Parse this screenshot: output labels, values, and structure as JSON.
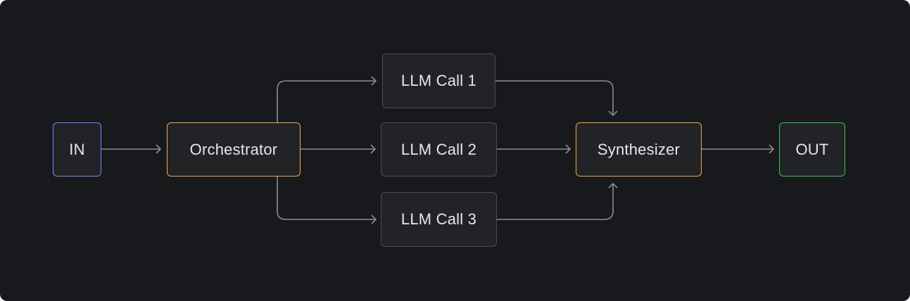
{
  "diagram": {
    "colors": {
      "background": "#18191c",
      "node_fill": "#222327",
      "node_border": "#4a4d55",
      "input_border": "#7b83f2",
      "accent_border": "#f2ac3c",
      "output_border": "#36c257",
      "edge": "#8a8d94",
      "text": "#e6e7e9"
    },
    "nodes": {
      "in": "IN",
      "orchestrator": "Orchestrator",
      "llm_call_1": "LLM Call 1",
      "llm_call_2": "LLM Call 2",
      "llm_call_3": "LLM Call 3",
      "synthesizer": "Synthesizer",
      "out": "OUT"
    },
    "edges": [
      [
        "in",
        "orchestrator"
      ],
      [
        "orchestrator",
        "llm_call_1"
      ],
      [
        "orchestrator",
        "llm_call_2"
      ],
      [
        "orchestrator",
        "llm_call_3"
      ],
      [
        "llm_call_1",
        "synthesizer"
      ],
      [
        "llm_call_2",
        "synthesizer"
      ],
      [
        "llm_call_3",
        "synthesizer"
      ],
      [
        "synthesizer",
        "out"
      ]
    ]
  }
}
